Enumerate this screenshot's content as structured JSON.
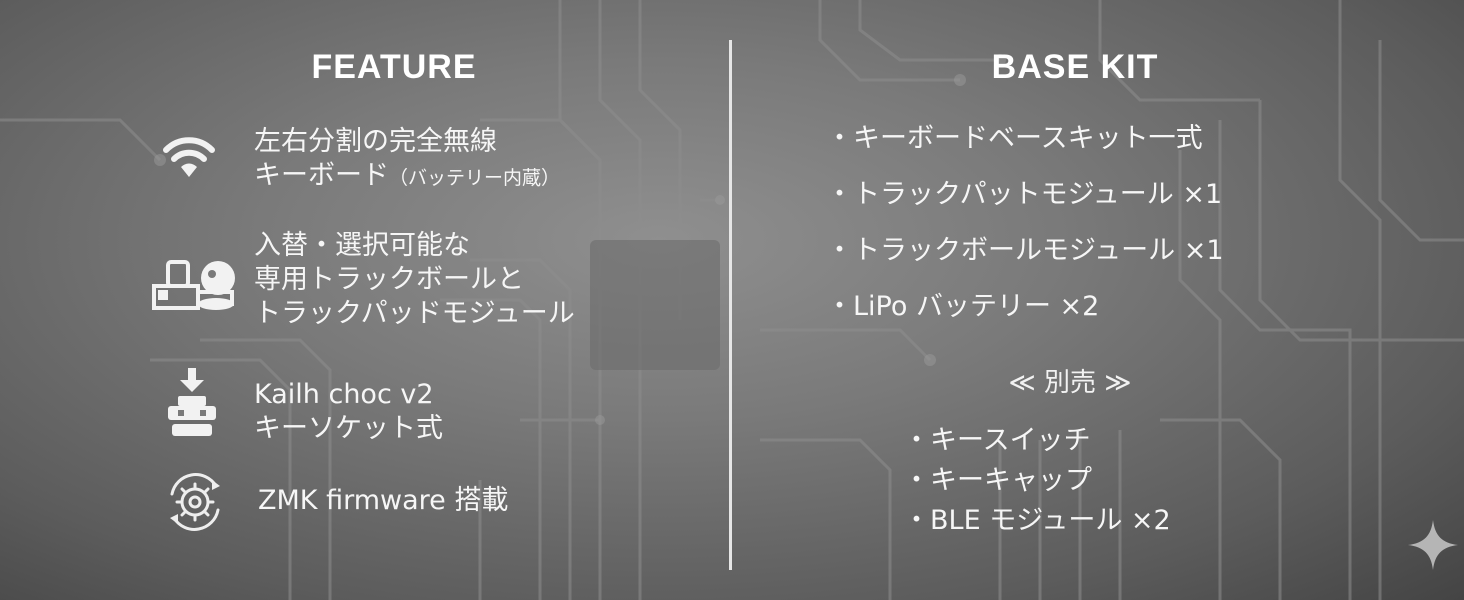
{
  "feature": {
    "title": "FEATURE",
    "items": [
      {
        "icon": "wifi-icon",
        "line1": "左右分割の完全無線",
        "line2": "キーボード",
        "line2_small": "（バッテリー内蔵）"
      },
      {
        "icon": "trackball-module-icon",
        "line1": "入替・選択可能な",
        "line2": "専用トラックボールと",
        "line3": "トラックパッドモジュール"
      },
      {
        "icon": "key-socket-icon",
        "line1": "Kailh choc v2",
        "line2": "キーソケット式"
      },
      {
        "icon": "firmware-gear-icon",
        "line1": "ZMK firmware 搭載"
      }
    ]
  },
  "base_kit": {
    "title": "BASE KIT",
    "items": [
      "・キーボードベースキット一式",
      "・トラックパットモジュール ×1",
      "・トラックボールモジュール ×1",
      "・LiPo バッテリー ×2"
    ],
    "separate_title": "≪ 別売 ≫",
    "separate_items": [
      "・キースイッチ",
      "・キーキャップ",
      "・BLE モジュール ×2"
    ]
  },
  "colors": {
    "text": "#f6f6f6",
    "divider": "#e6e6e6",
    "background": "#7a7a7a"
  }
}
